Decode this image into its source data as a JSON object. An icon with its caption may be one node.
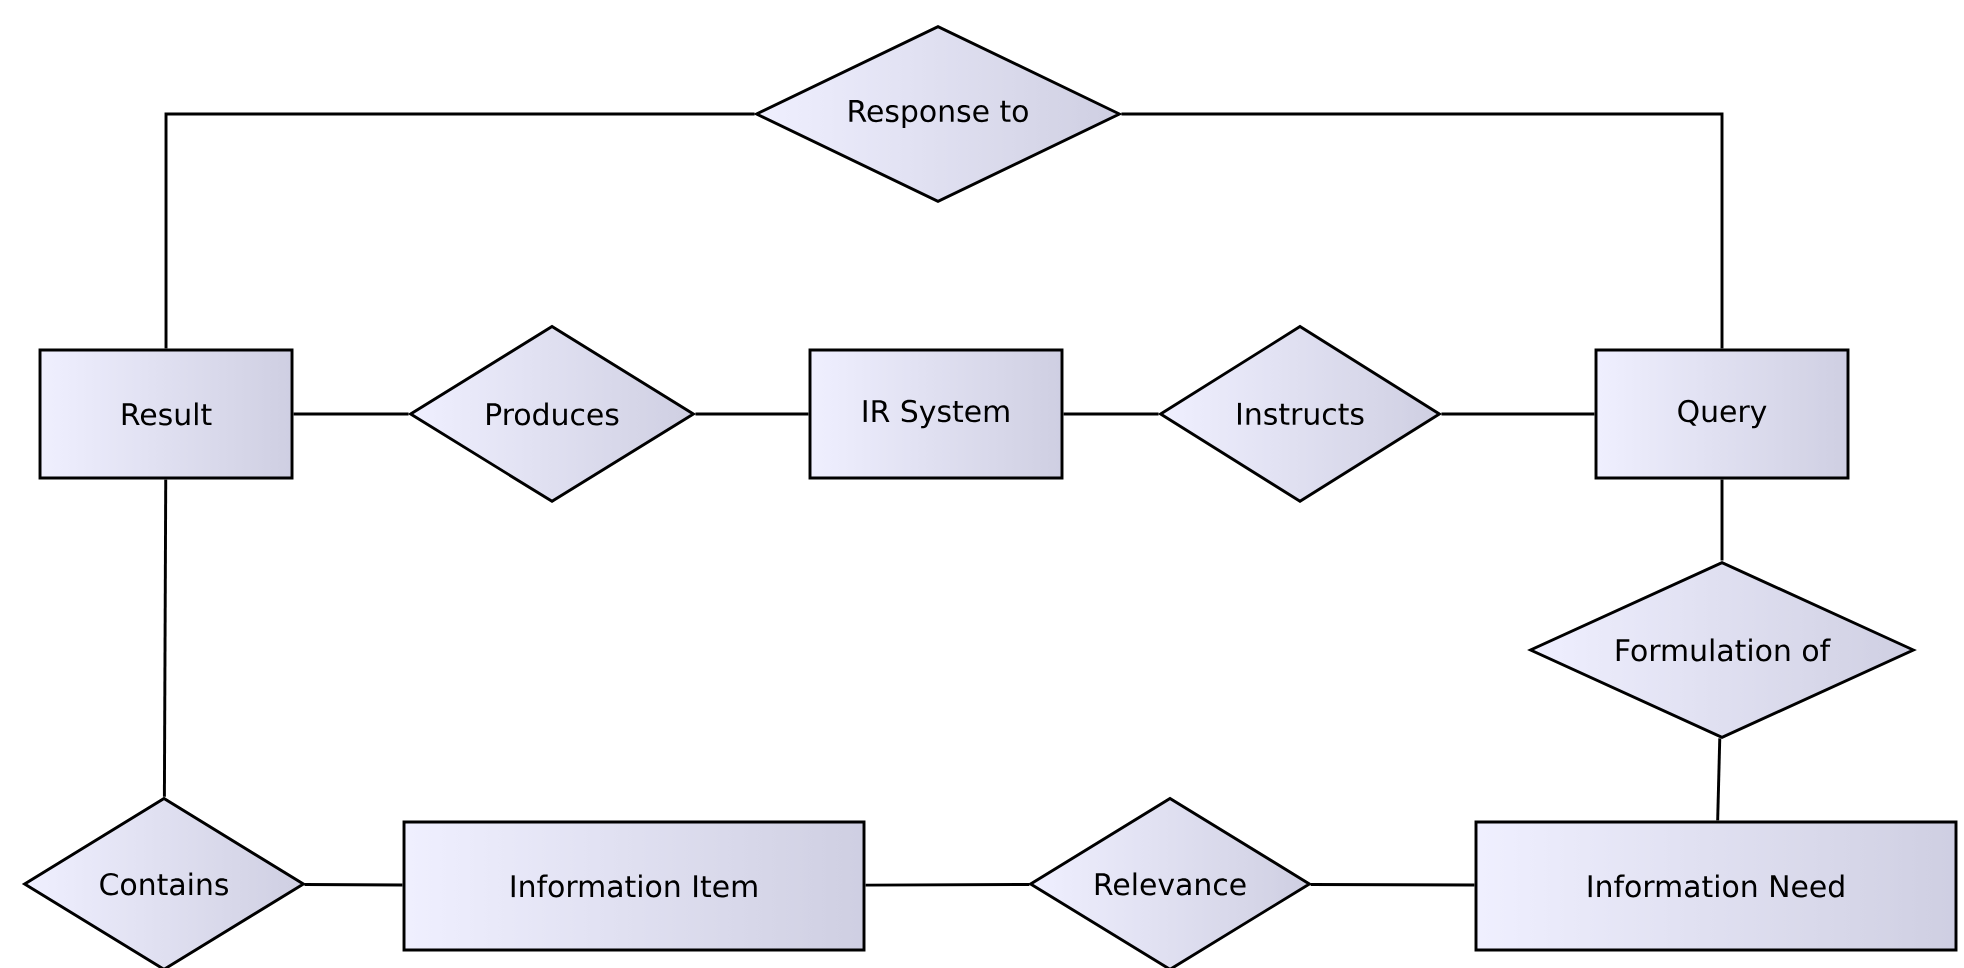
{
  "diagram": {
    "nodes": [
      {
        "text": [
          "Response to"
        ]
      },
      {
        "text": [
          "Result"
        ]
      },
      {
        "text": [
          "Produces"
        ]
      },
      {
        "text": [
          "IR System"
        ]
      },
      {
        "text": [
          "Instructs"
        ]
      },
      {
        "text": [
          "Query"
        ]
      },
      {
        "text": [
          "Formulation of"
        ]
      },
      {
        "text": [
          "Contains"
        ]
      },
      {
        "text": [
          "Information Item"
        ]
      },
      {
        "text": [
          "Relevance"
        ]
      },
      {
        "text": [
          "Information Need"
        ]
      }
    ],
    "edges": [
      {
        "from": 1,
        "to": 0,
        "arrow": "none"
      },
      {
        "from": 0,
        "to": 5,
        "arrow": "none"
      },
      {
        "from": 1,
        "to": 2,
        "arrow": "none"
      },
      {
        "from": 2,
        "to": 3,
        "arrow": "none"
      },
      {
        "from": 3,
        "to": 4,
        "arrow": "none"
      },
      {
        "from": 4,
        "to": 5,
        "arrow": "none"
      },
      {
        "from": 5,
        "to": 6,
        "arrow": "none"
      },
      {
        "from": 6,
        "to": 10,
        "arrow": "none"
      },
      {
        "from": 1,
        "to": 7,
        "arrow": "none"
      },
      {
        "from": 7,
        "to": 8,
        "arrow": "none"
      },
      {
        "from": 8,
        "to": 9,
        "arrow": "none"
      },
      {
        "from": 9,
        "to": 10,
        "arrow": "none"
      }
    ]
  }
}
